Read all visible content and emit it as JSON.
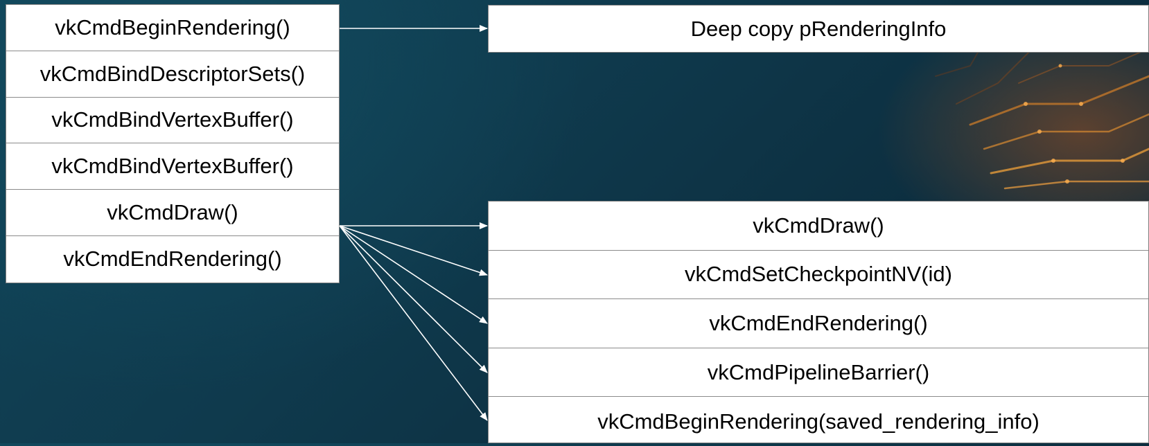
{
  "left_stack": {
    "items": [
      "vkCmdBeginRendering()",
      "vkCmdBindDescriptorSets()",
      "vkCmdBindVertexBuffer()",
      "vkCmdBindVertexBuffer()",
      "vkCmdDraw()",
      "vkCmdEndRendering()"
    ]
  },
  "top_box": {
    "label": "Deep copy pRenderingInfo"
  },
  "right_stack": {
    "items": [
      "vkCmdDraw()",
      "vkCmdSetCheckpointNV(id)",
      "vkCmdEndRendering()",
      "vkCmdPipelineBarrier()",
      "vkCmdBeginRendering(saved_rendering_info)"
    ]
  },
  "colors": {
    "background": "#0f3a4d",
    "box_fill": "#ffffff",
    "box_border": "#7f7f7f",
    "arrow": "#ffffff",
    "circuit_accent": "#e08a2e"
  }
}
